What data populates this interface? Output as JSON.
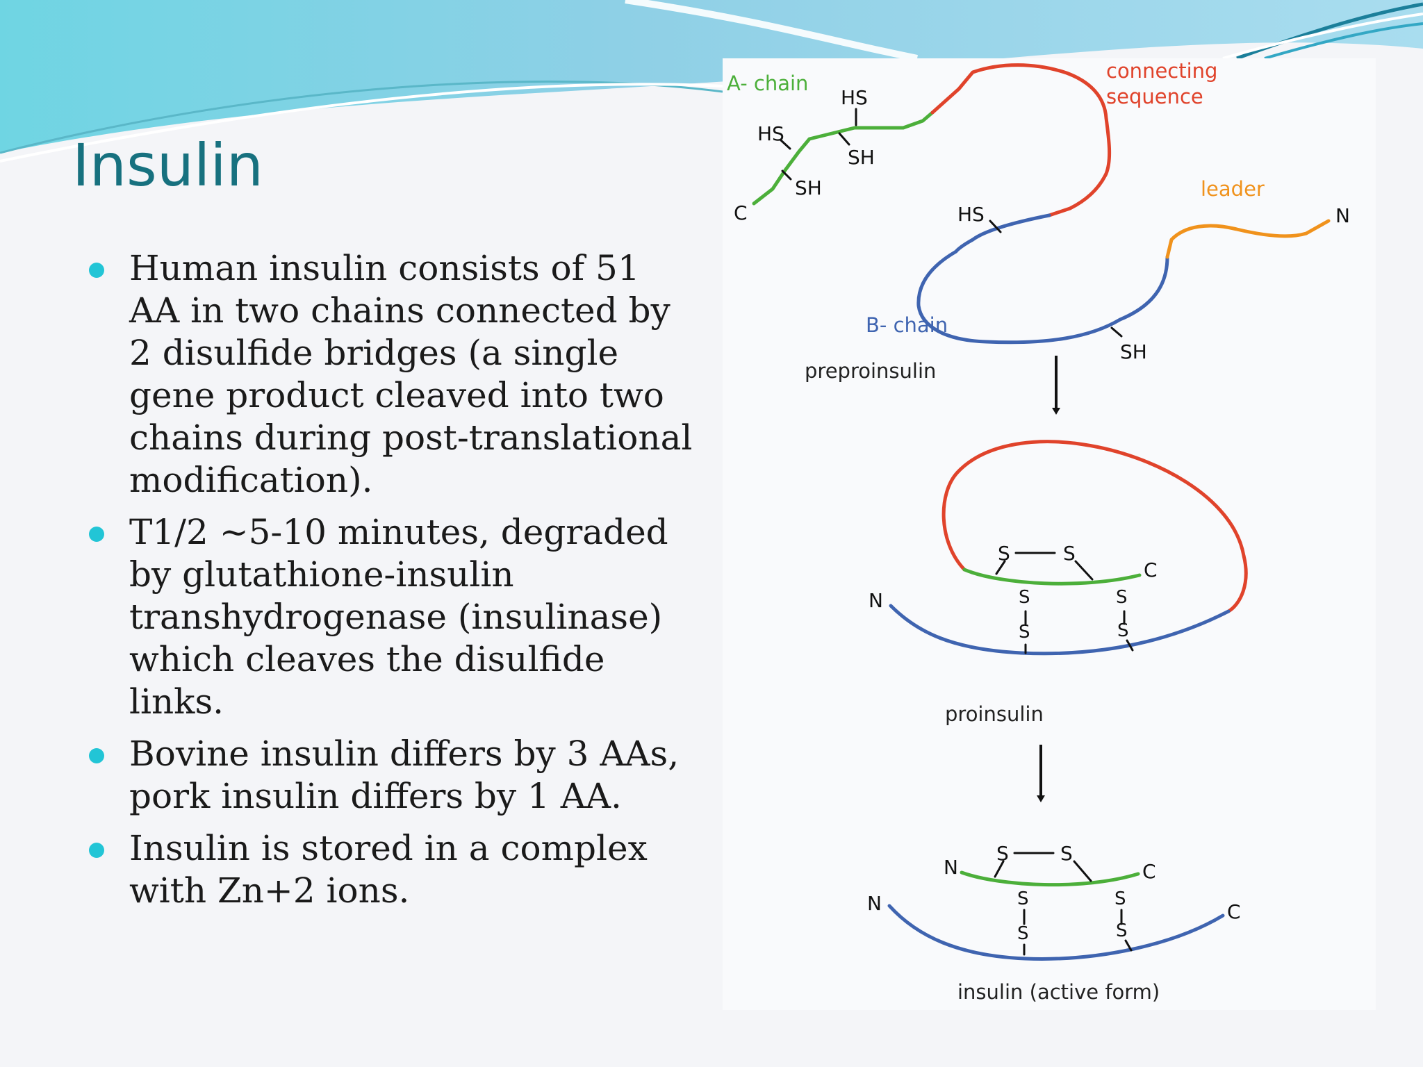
{
  "title": "Insulin",
  "bullets": [
    "Human insulin consists of 51 AA in two chains connected by 2 disulfide bridges (a single gene product cleaved into two chains during post-translational modification).",
    "T1/2 ~5-10 minutes, degraded by glutathione-insulin transhydrogenase (insulinase) which cleaves the disulfide links.",
    "Bovine insulin differs by 3 AAs, pork insulin differs by 1 AA.",
    "Insulin is stored in a complex with Zn+2 ions."
  ],
  "diagram": {
    "labels": {
      "a_chain": "A- chain",
      "connecting_line1": "connecting",
      "connecting_line2": "sequence",
      "leader": "leader",
      "b_chain": "B- chain",
      "preproinsulin": "preproinsulin",
      "proinsulin": "proinsulin",
      "insulin": "insulin (active form)",
      "n": "N",
      "c": "C",
      "hs": "HS",
      "sh": "SH",
      "s": "S"
    },
    "colors": {
      "a_chain": "#4caf3a",
      "b_chain": "#3f64b0",
      "connecting": "#e0432b",
      "leader": "#f0921c",
      "title": "#17717f",
      "bullet": "#22c5d6"
    }
  }
}
